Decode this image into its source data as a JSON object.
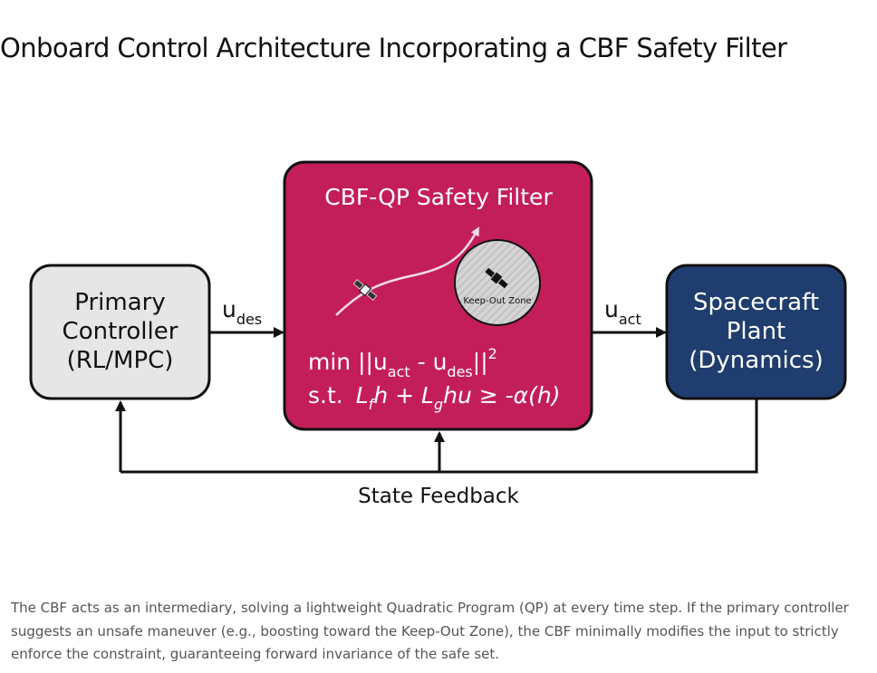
{
  "title": "Onboard Control Architecture Incorporating a CBF Safety Filter",
  "colors": {
    "primary_box": "#e6e6e6",
    "filter_box": "#c41e5a",
    "plant_box": "#1f3d6e",
    "arrow": "#111111",
    "caption_text": "#555555"
  },
  "diagram": {
    "primary": {
      "line1": "Primary",
      "line2": "Controller",
      "line3": "(RL/MPC)"
    },
    "filter": {
      "title": "CBF-QP Safety Filter",
      "keepout_label": "Keep-Out Zone",
      "eq1_min": "min ||u",
      "eq1_sub_act": "act",
      "eq1_minus": " - u",
      "eq1_sub_des": "des",
      "eq1_bars": "||",
      "eq1_sup": "2",
      "eq2_st": "s.t.",
      "eq2_lf": "L",
      "eq2_lf_sub": "f",
      "eq2_h_plus": "h + L",
      "eq2_lg_sub": "g",
      "eq2_rest": "hu ≥ -α(h)"
    },
    "plant": {
      "line1": "Spacecraft",
      "line2": "Plant",
      "line3": "(Dynamics)"
    },
    "u_des": {
      "base": "u",
      "sub": "des"
    },
    "u_act": {
      "base": "u",
      "sub": "act"
    },
    "feedback_label": "State Feedback",
    "icons": [
      "satellite-icon",
      "satellite-icon",
      "trajectory-arrow-icon"
    ]
  },
  "caption": "The CBF acts as an intermediary, solving a lightweight Quadratic Program (QP) at every time step. If the primary controller suggests an unsafe maneuver (e.g., boosting toward the Keep-Out Zone), the CBF minimally modifies the input to strictly enforce the constraint, guaranteeing forward invariance of the safe set."
}
